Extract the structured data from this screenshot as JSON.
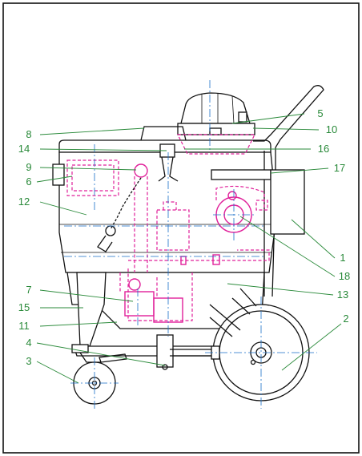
{
  "colors": {
    "callout": "#2a8a3a",
    "hidden_parts": "#e0209a",
    "centerline": "#1a6fc9",
    "outline": "#111111"
  },
  "callouts": [
    {
      "id": "c8",
      "text": "8"
    },
    {
      "id": "c5",
      "text": "5"
    },
    {
      "id": "c10",
      "text": "10"
    },
    {
      "id": "c14",
      "text": "14"
    },
    {
      "id": "c16",
      "text": "16"
    },
    {
      "id": "c9",
      "text": "9"
    },
    {
      "id": "c17",
      "text": "17"
    },
    {
      "id": "c6",
      "text": "6"
    },
    {
      "id": "c12",
      "text": "12"
    },
    {
      "id": "c1",
      "text": "1"
    },
    {
      "id": "c18",
      "text": "18"
    },
    {
      "id": "c7",
      "text": "7"
    },
    {
      "id": "c13",
      "text": "13"
    },
    {
      "id": "c15",
      "text": "15"
    },
    {
      "id": "c11",
      "text": "11"
    },
    {
      "id": "c2",
      "text": "2"
    },
    {
      "id": "c4",
      "text": "4"
    },
    {
      "id": "c3",
      "text": "3"
    }
  ]
}
